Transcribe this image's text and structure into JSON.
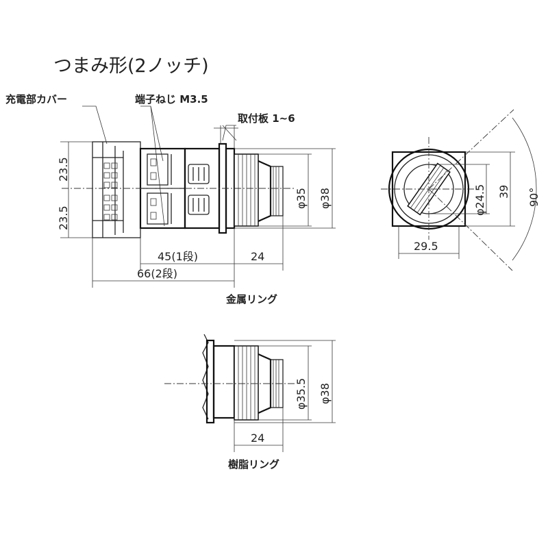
{
  "title": "つまみ形(2ノッチ)",
  "labels": {
    "cover": "充電部カバー",
    "screw": "端子ねじ M3.5",
    "panel": "取付板 1~6",
    "metal_ring": "金属リング",
    "resin_ring": "樹脂リング"
  },
  "dims": {
    "h_top": "23.5",
    "h_bottom": "23.5",
    "len_1": "45(1段)",
    "len_2": "66(2段)",
    "depth": "24",
    "dia35": "φ35",
    "dia38": "φ38",
    "dia245": "φ24.5",
    "h39": "39",
    "w295": "29.5",
    "angle": "90°",
    "depth2": "24",
    "dia355": "φ35.5",
    "dia38b": "φ38"
  }
}
